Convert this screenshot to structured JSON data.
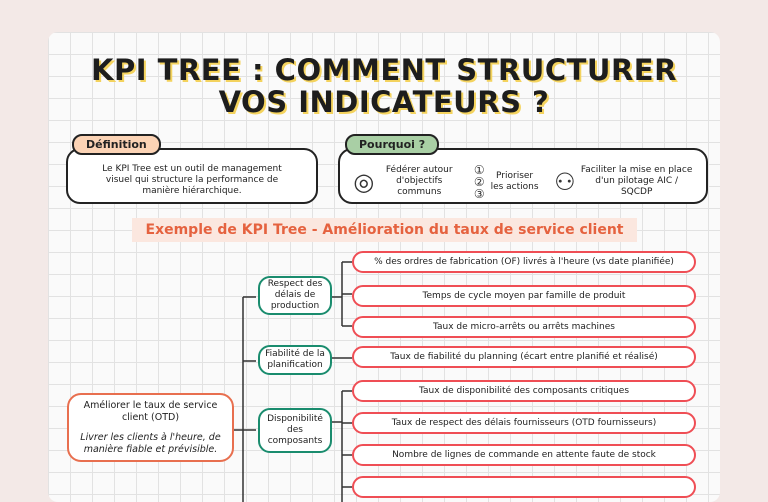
{
  "title": {
    "line1": "KPI TREE : COMMENT STRUCTURER",
    "line2": "VOS INDICATEURS ?"
  },
  "definition": {
    "label": "Définition",
    "text": "Le KPI Tree est un outil de management visuel qui structure la performance de manière hiérarchique."
  },
  "pourquoi": {
    "label": "Pourquoi ?",
    "items": [
      {
        "icon": "target-icon",
        "text": "Fédérer autour d'objectifs communs"
      },
      {
        "icon": "priority-list-icon",
        "text": "Prioriser les actions"
      },
      {
        "icon": "meeting-icon",
        "text": "Faciliter la mise en place d'un pilotage AIC / SQCDP"
      }
    ]
  },
  "example_title": "Exemple de KPI Tree - Amélioration du taux de service client",
  "tree": {
    "root": {
      "title": "Améliorer le taux de service client (OTD)",
      "subtitle": "Livrer les clients à l'heure, de manière fiable et prévisible."
    },
    "branches": [
      {
        "label": "Respect des délais de production"
      },
      {
        "label": "Fiabilité de la planification"
      },
      {
        "label": "Disponibilité des composants"
      }
    ],
    "leaves": [
      "% des ordres de fabrication (OF) livrés à l'heure (vs date planifiée)",
      "Temps de cycle moyen par famille de produit",
      "Taux de micro-arrêts ou arrêts machines",
      "Taux de fiabilité du planning (écart entre planifié et réalisé)",
      "Taux de disponibilité des composants critiques",
      "Taux de respect des délais fournisseurs (OTD fournisseurs)",
      "Nombre de lignes de commande en attente faute de stock"
    ]
  },
  "colors": {
    "root": "#e86f4f",
    "branch": "#1a8c6e",
    "leaf": "#ef4e55",
    "accent": "#e5623f",
    "highlight": "#f4d35e"
  }
}
